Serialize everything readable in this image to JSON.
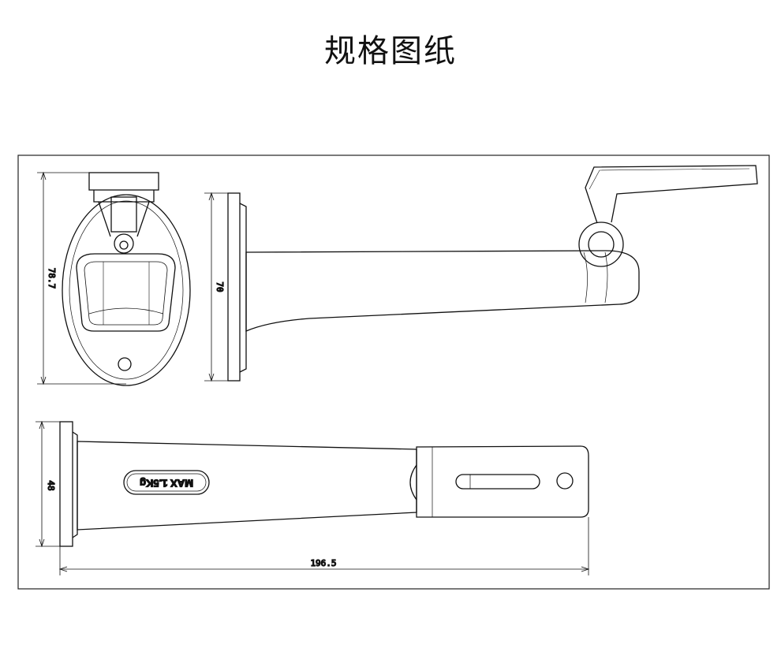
{
  "page": {
    "title": "规格图纸"
  },
  "dimensions": {
    "mount_height": "78.7",
    "plate_height": "70",
    "plate_width": "48",
    "total_length": "196.5"
  },
  "arm_label": "MAX 1.5Kg"
}
